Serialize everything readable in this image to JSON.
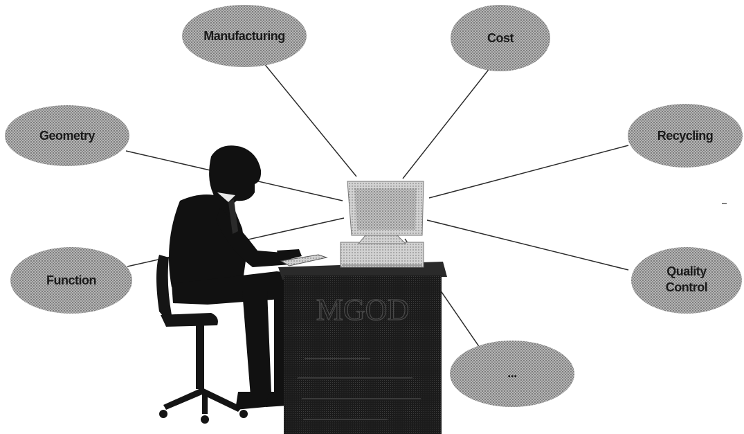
{
  "diagram": {
    "center_labels": {
      "desk_title": "MGOD"
    },
    "bubbles": [
      {
        "id": "manufacturing",
        "lines": [
          "Manufacturing"
        ]
      },
      {
        "id": "cost",
        "lines": [
          "Cost"
        ]
      },
      {
        "id": "geometry",
        "lines": [
          "Geometry"
        ]
      },
      {
        "id": "recycling",
        "lines": [
          "Recycling"
        ]
      },
      {
        "id": "function",
        "lines": [
          "Function"
        ]
      },
      {
        "id": "quality_control",
        "lines": [
          "Quality",
          "Control"
        ]
      },
      {
        "id": "more",
        "lines": [
          "..."
        ]
      }
    ],
    "colors": {
      "bubble_fill": "#9a9a9a",
      "silhouette": "#111111",
      "monitor": "#c4c4c4",
      "desk": "#1c1c1c"
    }
  }
}
